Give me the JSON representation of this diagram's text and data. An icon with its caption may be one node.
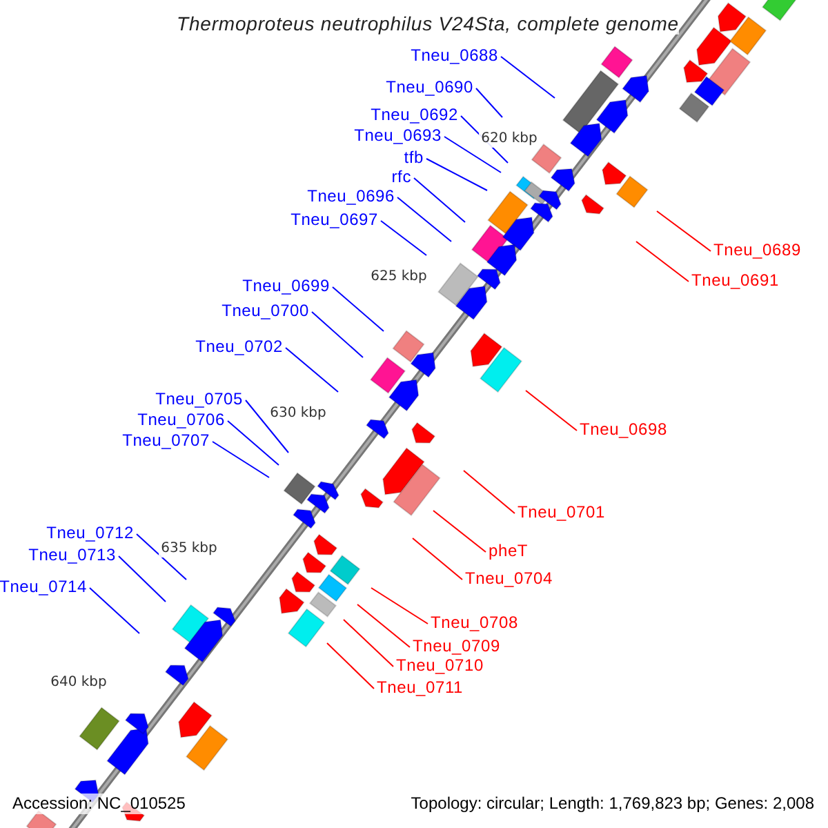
{
  "diagram": {
    "title": "Thermoproteus neutrophilus V24Sta, complete genome",
    "nodes": [
      {
        "text": [
          "Tneu_0688"
        ]
      },
      {
        "text": [
          "Tneu_0690"
        ]
      },
      {
        "text": [
          "Tneu_0692"
        ]
      },
      {
        "text": [
          "Tneu_0693"
        ]
      },
      {
        "text": [
          "tfb"
        ]
      },
      {
        "text": [
          "rfc"
        ]
      },
      {
        "text": [
          "Tneu_0696"
        ]
      },
      {
        "text": [
          "Tneu_0697"
        ]
      },
      {
        "text": [
          "Tneu_0689"
        ]
      },
      {
        "text": [
          "Tneu_0691"
        ]
      },
      {
        "text": [
          "Tneu_0699"
        ]
      },
      {
        "text": [
          "Tneu_0700"
        ]
      },
      {
        "text": [
          "Tneu_0702"
        ]
      },
      {
        "text": [
          "Tneu_0705"
        ]
      },
      {
        "text": [
          "Tneu_0706"
        ]
      },
      {
        "text": [
          "Tneu_0698"
        ]
      },
      {
        "text": [
          "Tneu_0707"
        ]
      },
      {
        "text": [
          "Tneu_0701"
        ]
      },
      {
        "text": [
          "Tneu_0712"
        ]
      },
      {
        "text": [
          "pheT"
        ]
      },
      {
        "text": [
          "Tneu_0713"
        ]
      },
      {
        "text": [
          "Tneu_0704"
        ]
      },
      {
        "text": [
          "Tneu_0714"
        ]
      },
      {
        "text": [
          "Tneu_0708"
        ]
      },
      {
        "text": [
          "Tneu_0709"
        ]
      },
      {
        "text": [
          "Tneu_0710"
        ]
      },
      {
        "text": [
          "Tneu_0711"
        ]
      }
    ],
    "edges": [
      {
        "from": 0,
        "to": null,
        "arrow": "none"
      },
      {
        "from": 1,
        "to": null,
        "arrow": "none"
      },
      {
        "from": 2,
        "to": null,
        "arrow": "none"
      },
      {
        "from": 3,
        "to": null,
        "arrow": "none"
      },
      {
        "from": 4,
        "to": null,
        "arrow": "none"
      },
      {
        "from": 5,
        "to": null,
        "arrow": "none"
      },
      {
        "from": 6,
        "to": null,
        "arrow": "none"
      },
      {
        "from": 7,
        "to": null,
        "arrow": "none"
      },
      {
        "from": 8,
        "to": null,
        "arrow": "none",
        "color": "#ff0000"
      },
      {
        "from": 9,
        "to": null,
        "arrow": "none",
        "color": "#ff0000"
      },
      {
        "from": 10,
        "to": null,
        "arrow": "none"
      },
      {
        "from": 11,
        "to": null,
        "arrow": "none"
      },
      {
        "from": 12,
        "to": null,
        "arrow": "none"
      },
      {
        "from": 13,
        "to": null,
        "arrow": "none"
      },
      {
        "from": 14,
        "to": null,
        "arrow": "none"
      },
      {
        "from": 15,
        "to": null,
        "arrow": "none",
        "color": "#ff0000"
      },
      {
        "from": 16,
        "to": null,
        "arrow": "none"
      },
      {
        "from": 17,
        "to": null,
        "arrow": "none",
        "color": "#ff0000"
      },
      {
        "from": 18,
        "to": null,
        "arrow": "none"
      },
      {
        "from": 19,
        "to": null,
        "arrow": "none",
        "color": "#ff0000"
      },
      {
        "from": 20,
        "to": null,
        "arrow": "none"
      },
      {
        "from": 21,
        "to": null,
        "arrow": "none",
        "color": "#ff0000"
      },
      {
        "from": 22,
        "to": null,
        "arrow": "none"
      },
      {
        "from": 23,
        "to": null,
        "arrow": "none",
        "color": "#ff0000"
      },
      {
        "from": 24,
        "to": null,
        "arrow": "none",
        "color": "#ff0000"
      },
      {
        "from": 25,
        "to": null,
        "arrow": "none",
        "color": "#ff0000"
      },
      {
        "from": 26,
        "to": null,
        "arrow": "none",
        "color": "#ff0000"
      }
    ],
    "labels": [
      "620 kbp",
      "625 kbp",
      "630 kbp",
      "635 kbp",
      "640 kbp",
      "Accession: NC_010525",
      "Topology: circular; Length: 1,769,823 bp; Genes: 2,008"
    ]
  }
}
